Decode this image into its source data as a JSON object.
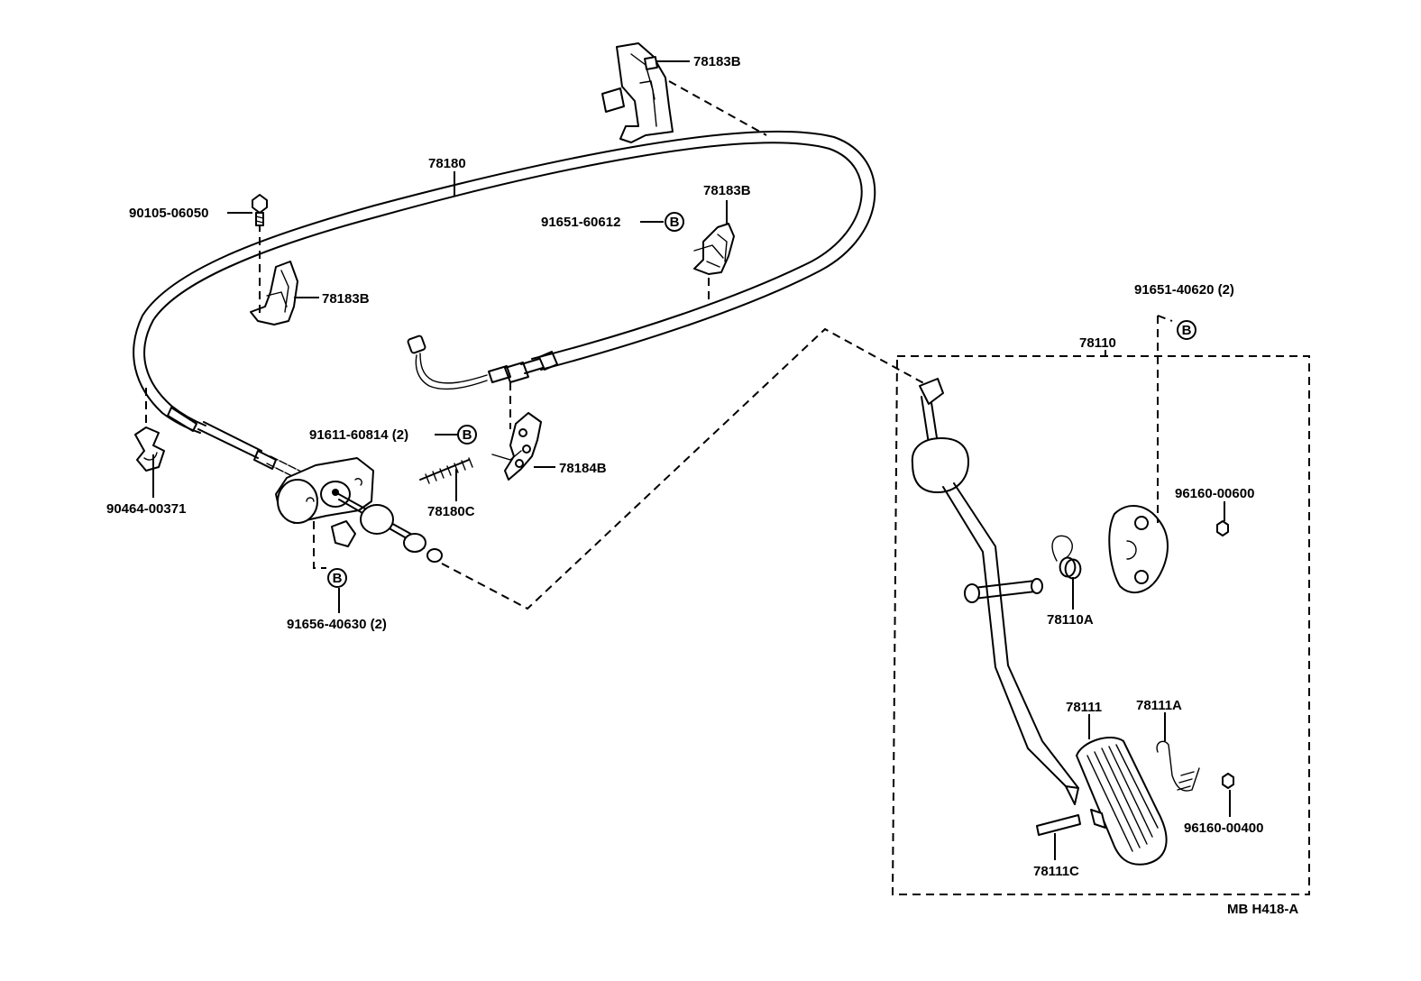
{
  "labels": {
    "p78183b_top": "78183B",
    "p78180": "78180",
    "p90105": "90105-06050",
    "p78183b_mid": "78183B",
    "p91651_60612": "91651-60612",
    "p78183b_left": "78183B",
    "p91651_40620": "91651-40620 (2)",
    "p78110": "78110",
    "p91611": "91611-60814 (2)",
    "p78184b": "78184B",
    "p78180c": "78180C",
    "p90464": "90464-00371",
    "p96160_00600": "96160-00600",
    "p78110a": "78110A",
    "p91656": "91656-40630 (2)",
    "p78111": "78111",
    "p78111a": "78111A",
    "p96160_00400": "96160-00400",
    "p78111c": "78111C",
    "figure_code": "MB H418-A"
  },
  "markers": {
    "b": "B"
  }
}
